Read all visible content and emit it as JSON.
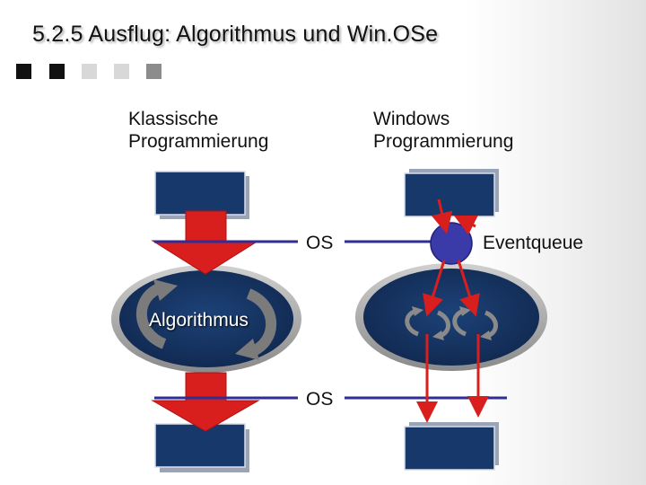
{
  "slide": {
    "title": "5.2.5  Ausflug: Algorithmus und Win.OSe",
    "left_heading_line1": "Klassische",
    "left_heading_line2": "Programmierung",
    "right_heading_line1": "Windows",
    "right_heading_line2": "Programmierung",
    "os_label_top": "OS",
    "os_label_bottom": "OS",
    "algorithm_label": "Algorithmus",
    "eventqueue_label": "Eventqueue"
  },
  "colors": {
    "box_fill": "#17386a",
    "box_shadow": "#9aa4b8",
    "line": "#2e2e96",
    "arrow": "#d91e1e",
    "queue_circle": "#3a3aa8",
    "title_squares_dark": "#111111",
    "title_squares_light": "#d8d8d8"
  },
  "icons": [
    "cycle-arrow-icon",
    "cycle-arrow-icon"
  ]
}
